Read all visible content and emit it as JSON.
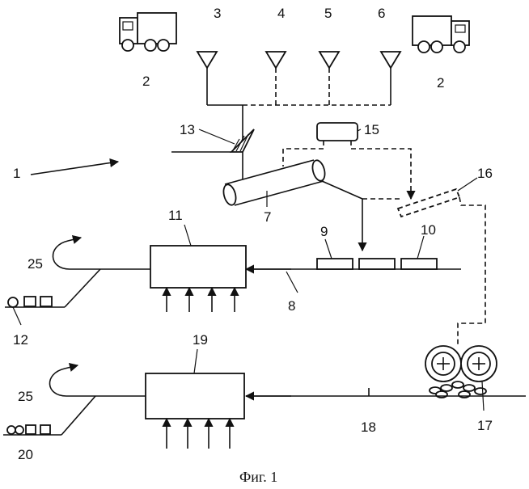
{
  "labels": {
    "n1": "1",
    "n2a": "2",
    "n2b": "2",
    "n3": "3",
    "n4": "4",
    "n5": "5",
    "n6": "6",
    "n7": "7",
    "n8": "8",
    "n9": "9",
    "n10": "10",
    "n11": "11",
    "n12": "12",
    "n13": "13",
    "n15": "15",
    "n16": "16",
    "n17": "17",
    "n18": "18",
    "n19": "19",
    "n20": "20",
    "n25a": "25",
    "n25b": "25"
  },
  "caption": "Фиг. 1"
}
